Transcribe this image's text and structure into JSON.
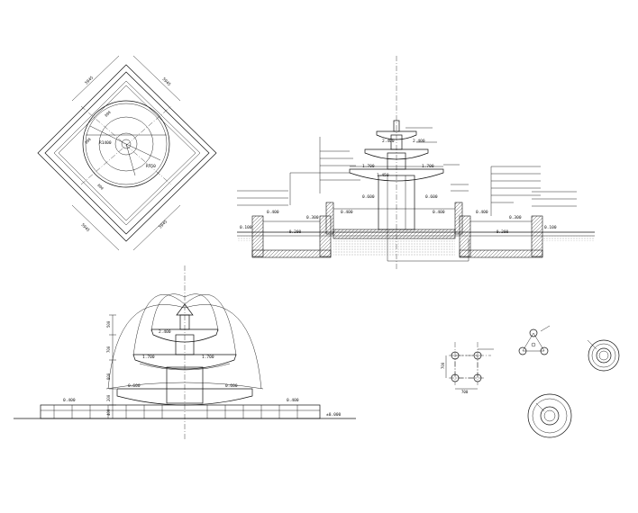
{
  "section_elevation": {
    "levels": {
      "top": "2.400",
      "top_right": "2.400",
      "tier2": "1.700",
      "tier2_right": "1.700",
      "mid": "1.450",
      "left_inner": "0.600",
      "right_inner": "0.600",
      "left_pool": "0.400",
      "left_basin": "0.400",
      "right_basin": "0.400",
      "right_pool": "0.400",
      "left_rim": "0.300",
      "right_rim": "0.300",
      "left_ground": "0.100",
      "right_ground": "0.100",
      "left_bottom": "-0.200",
      "right_bottom": "-0.200"
    }
  },
  "front_elevation": {
    "levels": {
      "top": "2.400",
      "tier2_left": "1.700",
      "tier2_right": "1.700",
      "base_left": "0.600",
      "base_right": "0.600",
      "pool_left": "0.400",
      "pool_right": "0.400",
      "ground": "±0.000"
    },
    "dims": [
      "500",
      "700",
      "800",
      "200",
      "400"
    ]
  },
  "plan": {
    "dims": [
      "5945",
      "5945",
      "5945",
      "5945",
      "R1400",
      "R750",
      "800",
      "800",
      "800"
    ]
  },
  "detail_grid": {
    "dims": [
      "700",
      "700"
    ]
  }
}
